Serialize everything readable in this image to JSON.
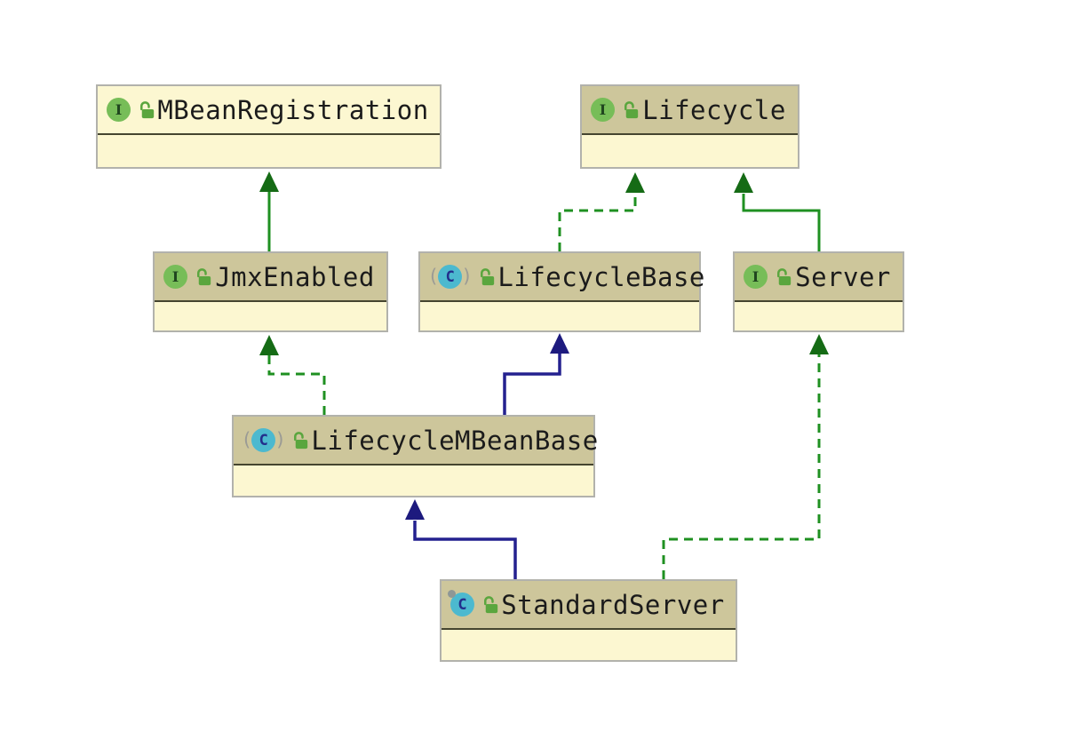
{
  "diagram": {
    "kind": "uml-class-diagram",
    "nodes": [
      {
        "label": "MBeanRegistration",
        "type": "interface",
        "icon": "interface-icon",
        "lock": "unlocked",
        "header_style": "light"
      },
      {
        "label": "Lifecycle",
        "type": "interface",
        "icon": "interface-icon",
        "lock": "unlocked",
        "header_style": "olive"
      },
      {
        "label": "JmxEnabled",
        "type": "interface",
        "icon": "interface-icon",
        "lock": "unlocked",
        "header_style": "olive"
      },
      {
        "label": "LifecycleBase",
        "type": "abstract-class",
        "icon": "abstract-class-icon",
        "lock": "unlocked",
        "header_style": "olive"
      },
      {
        "label": "Server",
        "type": "interface",
        "icon": "interface-icon",
        "lock": "unlocked",
        "header_style": "olive"
      },
      {
        "label": "LifecycleMBeanBase",
        "type": "abstract-class",
        "icon": "abstract-class-icon",
        "lock": "unlocked",
        "header_style": "olive"
      },
      {
        "label": "StandardServer",
        "type": "class",
        "icon": "class-icon",
        "lock": "unlocked",
        "header_style": "olive"
      }
    ],
    "edges": [
      {
        "from": "JmxEnabled",
        "to": "MBeanRegistration",
        "relation": "extends",
        "style": "solid-green"
      },
      {
        "from": "LifecycleBase",
        "to": "Lifecycle",
        "relation": "implements",
        "style": "dashed-green"
      },
      {
        "from": "Server",
        "to": "Lifecycle",
        "relation": "extends",
        "style": "solid-green"
      },
      {
        "from": "LifecycleMBeanBase",
        "to": "JmxEnabled",
        "relation": "implements",
        "style": "dashed-green"
      },
      {
        "from": "LifecycleMBeanBase",
        "to": "LifecycleBase",
        "relation": "extends",
        "style": "solid-navy"
      },
      {
        "from": "StandardServer",
        "to": "LifecycleMBeanBase",
        "relation": "extends",
        "style": "solid-navy"
      },
      {
        "from": "StandardServer",
        "to": "Server",
        "relation": "implements",
        "style": "dashed-green"
      }
    ],
    "icons": {
      "interface_glyph": "I",
      "class_glyph": "C",
      "abstract_paren_open": "(",
      "abstract_paren_close": ")"
    },
    "colors": {
      "node_body": "#fcf7d1",
      "node_header": "#cdc69b",
      "node_header_light": "#fcf7d1",
      "node_border": "#b2b2ac",
      "header_divider": "#45452f",
      "green_edge": "#1f9021",
      "green_arrowhead": "#156b15",
      "navy_edge": "#24218f",
      "navy_arrowhead": "#1d1a7e",
      "interface_icon_bg": "#77bd58",
      "class_icon_bg": "#4cb9cf",
      "lock_green": "#5aa63e"
    }
  }
}
